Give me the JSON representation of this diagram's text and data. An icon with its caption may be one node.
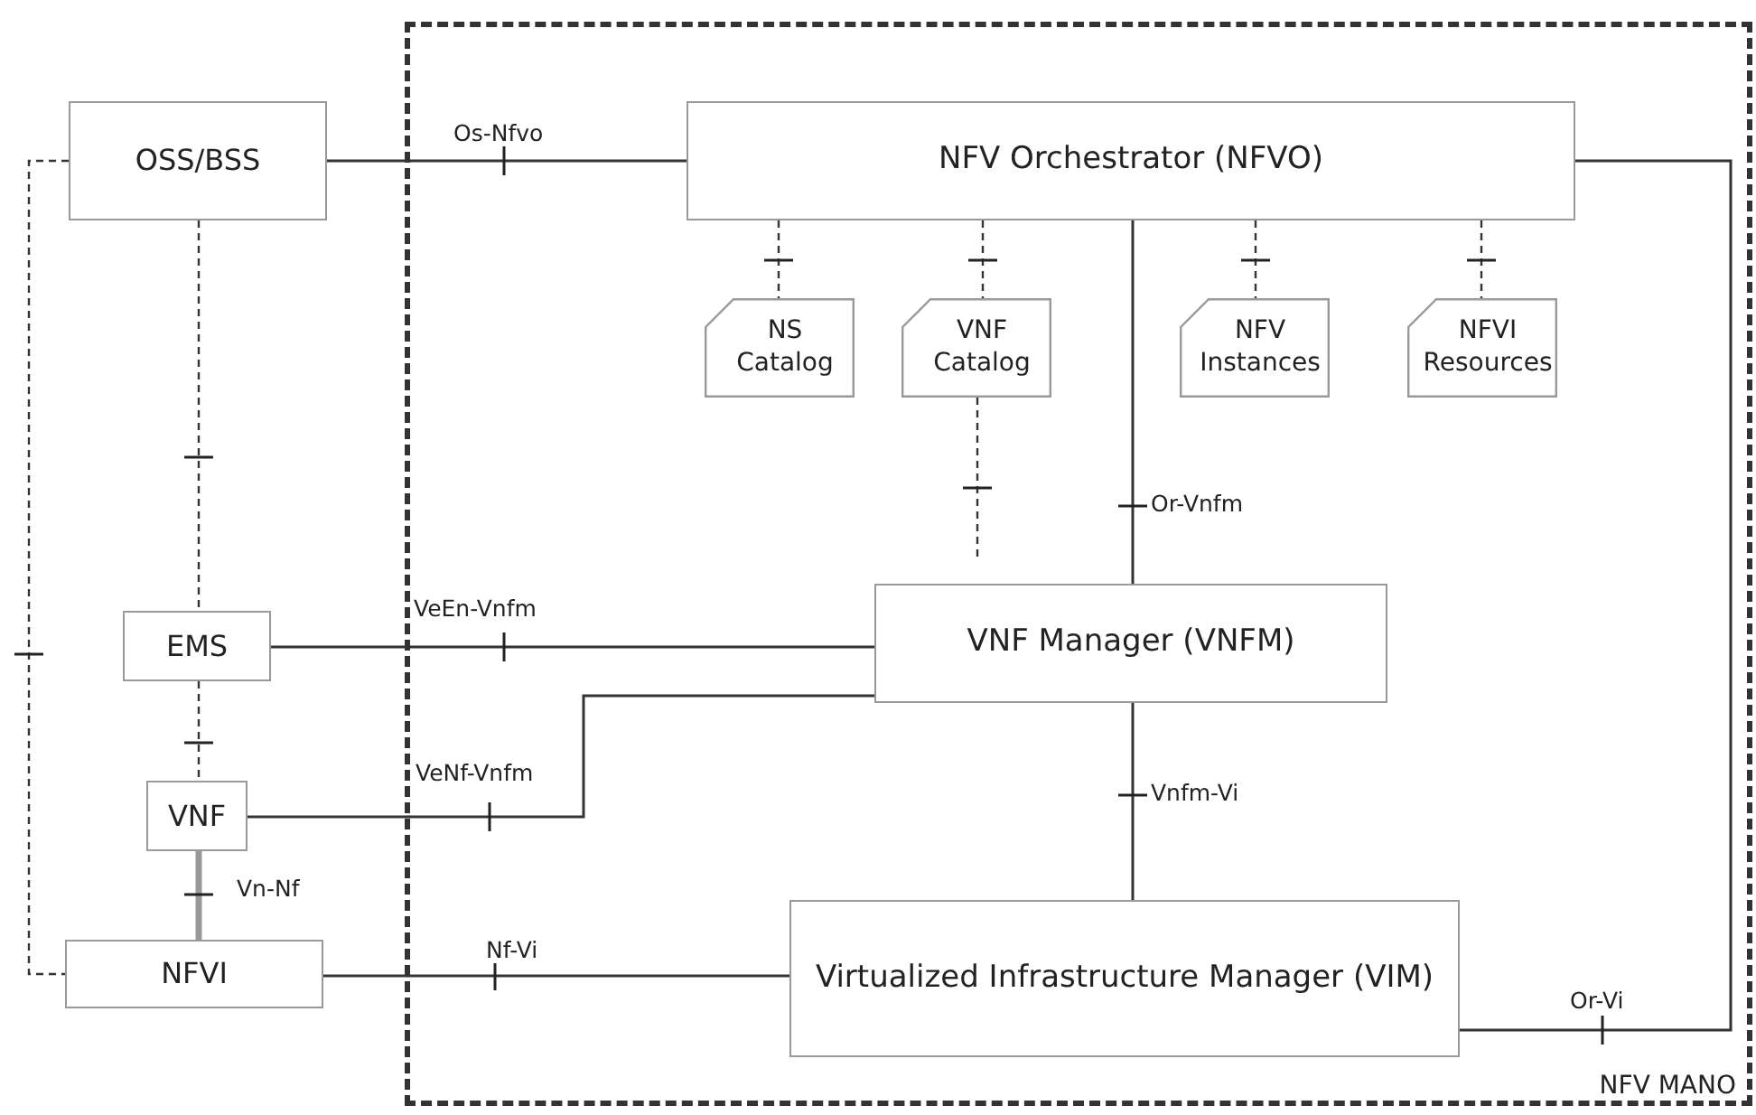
{
  "diagram": {
    "nodes": [
      {
        "text": [
          "NFV MANO"
        ]
      },
      {
        "text": [
          "OSS/BSS"
        ]
      },
      {
        "text": [
          "NFV Orchestrator (NFVO)"
        ],
        "in": 0
      },
      {
        "text": [
          "NS Catalog"
        ],
        "in": 0
      },
      {
        "text": [
          "VNF Catalog"
        ],
        "in": 0
      },
      {
        "text": [
          "NFV Instances"
        ],
        "in": 0
      },
      {
        "text": [
          "NFVI Resources"
        ],
        "in": 0
      },
      {
        "text": [
          "EMS"
        ]
      },
      {
        "text": [
          "VNF Manager (VNFM)"
        ],
        "in": 0
      },
      {
        "text": [
          "VNF"
        ]
      },
      {
        "text": [
          "NFVI"
        ]
      },
      {
        "text": [
          "Virtualized Infrastructure Manager (VIM)"
        ],
        "in": 0
      }
    ],
    "edges": [
      {
        "from": 1,
        "to": 2,
        "arrow": "none",
        "label": "Os-Nfvo"
      },
      {
        "from": 2,
        "to": 3,
        "arrow": "none",
        "style": "dashed"
      },
      {
        "from": 2,
        "to": 4,
        "arrow": "none",
        "style": "dashed"
      },
      {
        "from": 2,
        "to": 5,
        "arrow": "none",
        "style": "dashed"
      },
      {
        "from": 2,
        "to": 6,
        "arrow": "none",
        "style": "dashed"
      },
      {
        "from": 2,
        "to": 8,
        "arrow": "none",
        "label": "Or-Vnfm"
      },
      {
        "from": 4,
        "to": null,
        "arrow": "none",
        "style": "dashed"
      },
      {
        "from": 1,
        "to": 7,
        "arrow": "none",
        "style": "dashed"
      },
      {
        "from": 7,
        "to": 8,
        "arrow": "none",
        "label": "VeEn-Vnfm"
      },
      {
        "from": 7,
        "to": 9,
        "arrow": "none",
        "style": "dashed"
      },
      {
        "from": 9,
        "to": 8,
        "arrow": "none",
        "label": "VeNf-Vnfm"
      },
      {
        "from": 9,
        "to": 10,
        "arrow": "none",
        "label": "Vn-Nf",
        "style": "thick",
        "color": "#999999"
      },
      {
        "from": 1,
        "to": 10,
        "arrow": "none",
        "style": "dashed"
      },
      {
        "from": 8,
        "to": 11,
        "arrow": "none",
        "label": "Vnfm-Vi"
      },
      {
        "from": 10,
        "to": 11,
        "arrow": "none",
        "label": "Nf-Vi"
      },
      {
        "from": 2,
        "to": 11,
        "arrow": "none",
        "label": "Or-Vi"
      }
    ]
  }
}
